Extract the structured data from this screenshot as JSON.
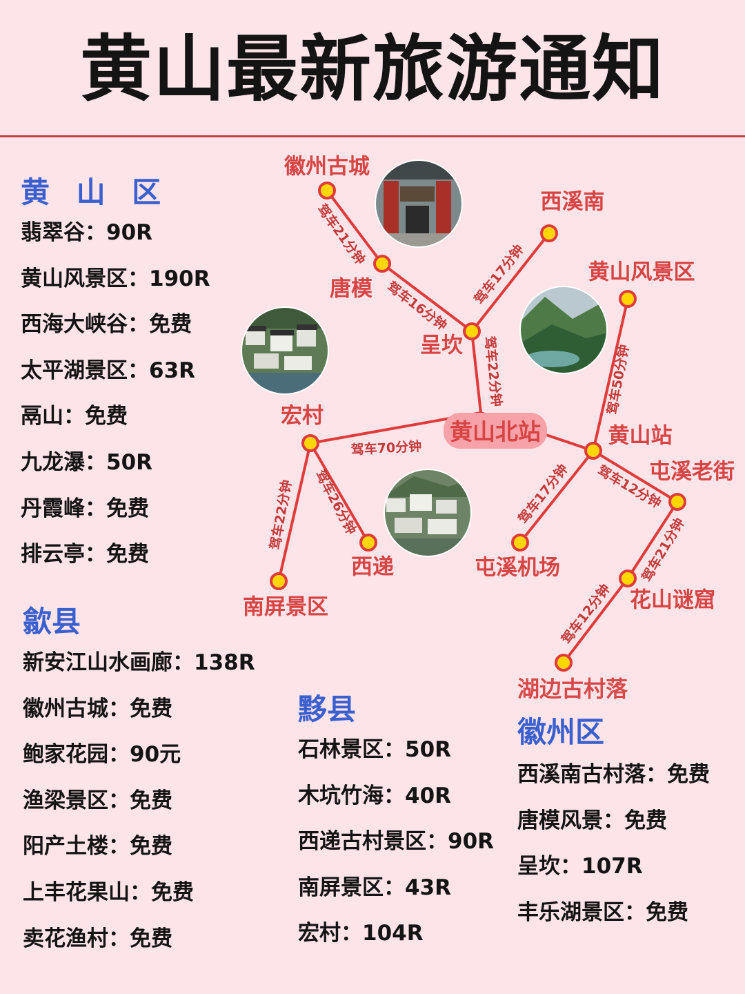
{
  "title": "黄山最新旅游通知",
  "regions": {
    "huangshan": {
      "title": "黄 山 区",
      "items": [
        "翡翠谷：90R",
        "黄山风景区：190R",
        "西海大峡谷：免费",
        "太平湖景区：63R",
        "鬲山：免费",
        "九龙瀑：50R",
        "丹霞峰：免费",
        "排云亭：免费"
      ]
    },
    "shexian": {
      "title": "歙县",
      "items": [
        "新安江山水画廊：138R",
        "徽州古城：免费",
        "鲍家花园：90元",
        "渔梁景区：免费",
        "阳产土楼：免费",
        "上丰花果山：免费",
        "卖花渔村：免费"
      ]
    },
    "yixian": {
      "title": "黟县",
      "items": [
        "石林景区：50R",
        "木坑竹海：40R",
        "西递古村景区：90R",
        "南屏景区：43R",
        "宏村：104R"
      ]
    },
    "huizhou": {
      "note": "湖边古村落",
      "title": "徽州区",
      "items": [
        "西溪南古村落：免费",
        "唐模风景：免费",
        "呈坎：107R",
        "丰乐湖景区：免费"
      ]
    }
  },
  "map": {
    "hub": "黄山北站",
    "stations": [
      "徽州古城",
      "唐模",
      "呈坎",
      "西溪南",
      "黄山风景区",
      "黄山站",
      "屯溪老街",
      "花山谜窟",
      "宏村",
      "西递",
      "南屏景区",
      "屯溪机场"
    ],
    "routes": [
      "驾车21分钟",
      "驾车16分钟",
      "驾车17分钟",
      "驾车22分钟",
      "驾车50分钟",
      "驾车70分钟",
      "驾车22分钟",
      "驾车26分钟",
      "驾车17分钟",
      "驾车12分钟",
      "驾车21分钟",
      "驾车12分钟"
    ]
  },
  "colors": {
    "background": "#fde4e8",
    "rule": "#c2403f",
    "route": "#df3b3b",
    "station_fill": "#ffd700",
    "station_label": "#d64444",
    "region_title": "#3a5fcf"
  }
}
